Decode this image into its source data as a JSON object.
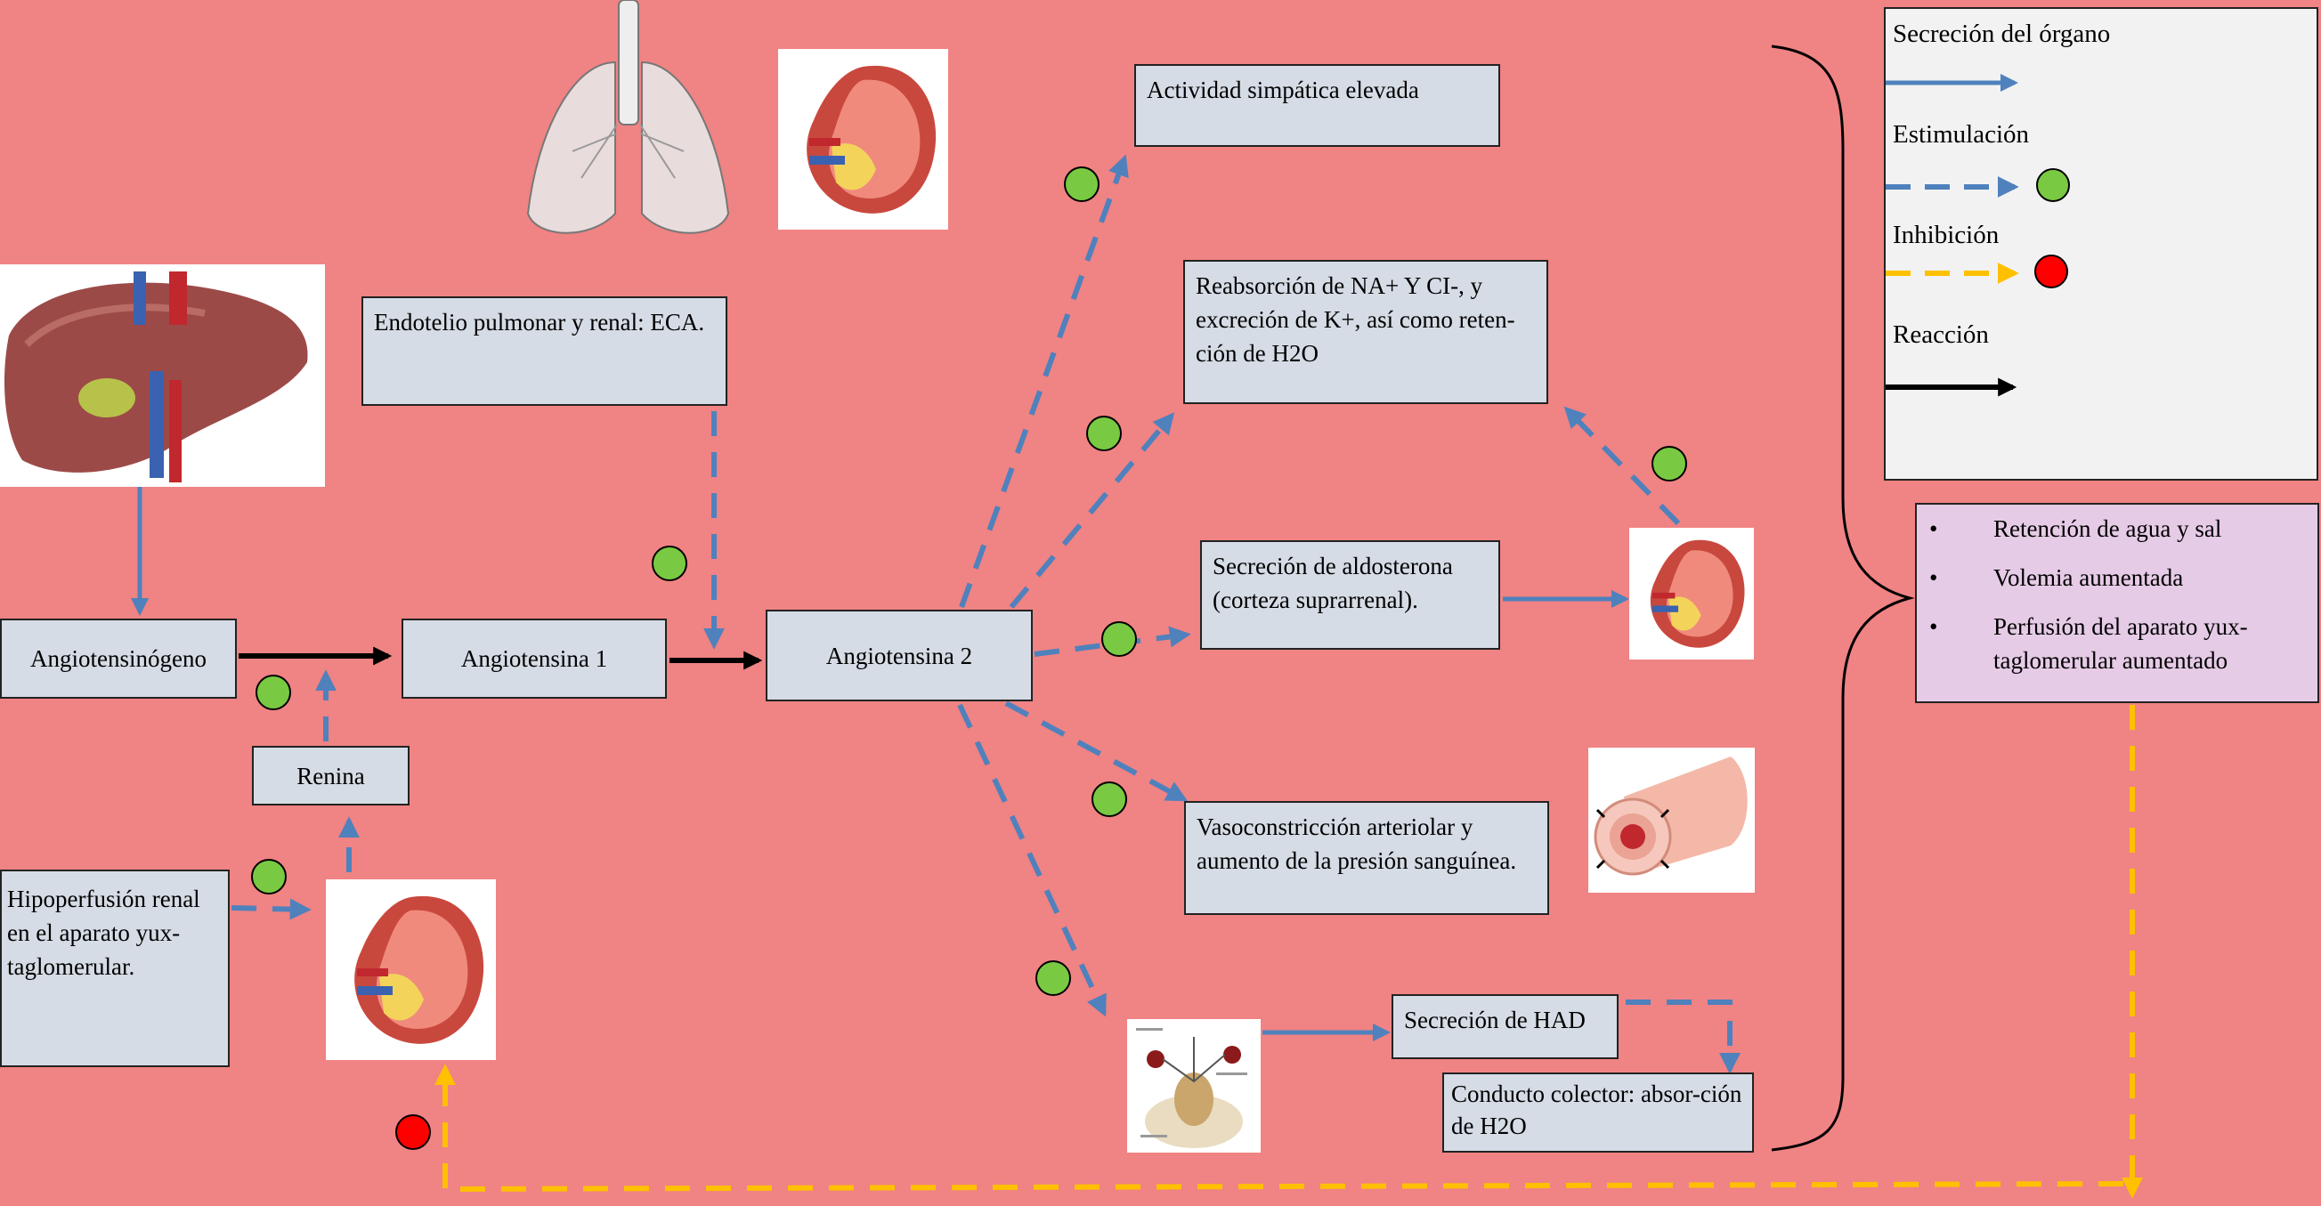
{
  "colors": {
    "background": "#f08383",
    "box_fill": "#d5dce5",
    "secretion_arrow": "#4f81bd",
    "stimulation_arrow": "#4f81bd",
    "inhibition_arrow": "#ffc000",
    "reaction_arrow": "#000000",
    "stimulation_dot": "#7ac943",
    "inhibition_dot": "#ff0000",
    "legend_fill": "#f2f2f2",
    "summary_fill": "#e6cbe6"
  },
  "nodes": {
    "angiotensinogen": "Angiotensinógeno",
    "angiotensin1": "Angiotensina 1",
    "angiotensin2": "Angiotensina 2",
    "renin": "Renina",
    "endothelium": "Endotelio pulmonar y renal: ECA.",
    "hypoperfusion": "Hipoperfusión renal en el aparato yux-taglomerular.",
    "sympathetic": "Actividad simpática elevada",
    "reabsorption": "Reabsorción de NA+ Y CI-, y excreción de K+, así como reten-ción de H2O",
    "aldosterone": "Secreción de aldosterona (corteza suprarrenal).",
    "vasoconstriction": "Vasoconstricción arteriolar y aumento de la presión sanguínea.",
    "had": "Secreción de HAD",
    "collecting_duct": "Conducto colector: absor-ción de H2O"
  },
  "legend": {
    "secretion": "Secreción del órgano",
    "stimulation": "Estimulación",
    "inhibition": "Inhibición",
    "reaction": "Reacción"
  },
  "summary": {
    "bullet": "•",
    "items": [
      "Retención de agua y sal",
      "Volemia aumentada",
      "Perfusión del aparato yux-taglomerular aumentado"
    ]
  },
  "icons": {
    "liver": "liver-illustration",
    "lungs": "lungs-illustration",
    "kidney": "kidney-cross-section",
    "artery": "artery-cross-section",
    "hypothalamus": "hypothalamus-pituitary-diagram"
  }
}
